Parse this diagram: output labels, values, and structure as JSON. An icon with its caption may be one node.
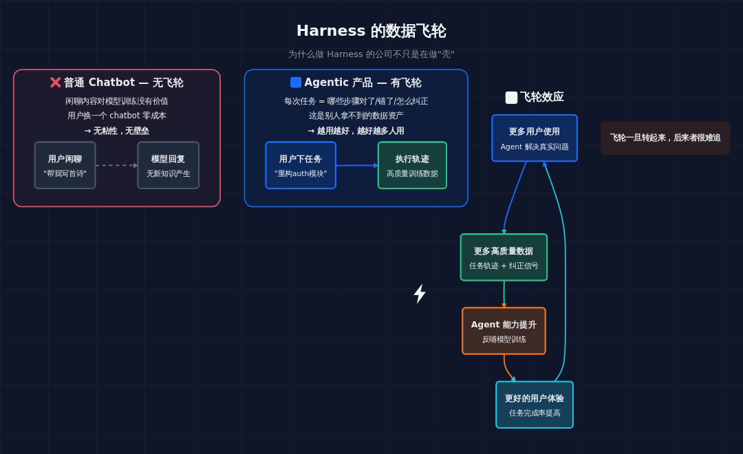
{
  "diagram": {
    "title": "Harness 的数据飞轮",
    "nodes": [
      {
        "text": [
          "普通 Chatbot — 无飞轮",
          "闲聊内容对模型训练没有价值",
          "用户换一个 chatbot 零成本",
          "→ 无粘性，无壁垒"
        ]
      },
      {
        "text": [
          "用户闲聊",
          "\"帮我写首诗\""
        ],
        "in": 0
      },
      {
        "text": [
          "模型回复",
          "无新知识产生"
        ],
        "in": 0
      },
      {
        "text": [
          "Agentic 产品 — 有飞轮",
          "每次任务 = 哪些步骤对了/错了/怎么纠正",
          "这是别人拿不到的数据资产",
          "→ 越用越好，越好越多人用"
        ]
      },
      {
        "text": [
          "用户下任务",
          "\"重构auth模块\""
        ],
        "in": 3
      },
      {
        "text": [
          "执行轨迹",
          "高质量训练数据"
        ],
        "in": 3
      },
      {
        "text": [
          "更多用户使用",
          "Agent 解决真实问题"
        ]
      },
      {
        "text": [
          "更多高质量数据",
          "任务轨迹 + 纠正信号"
        ]
      },
      {
        "text": [
          "Agent 能力提升",
          "反哺模型训练"
        ]
      },
      {
        "text": [
          "更好的用户体验",
          "任务完成率提高"
        ]
      },
      {
        "text": [
          "飞轮一旦转起来，后来者很难追"
        ]
      }
    ],
    "edges": [
      {
        "from": 1,
        "to": 2,
        "arrow": "to",
        "style": "dashed",
        "color": "#6b7689"
      },
      {
        "from": 4,
        "to": 5,
        "arrow": "to",
        "color": "#1a6dff"
      },
      {
        "from": 6,
        "to": 7,
        "arrow": "to",
        "color": "#1a6dff"
      },
      {
        "from": 7,
        "to": 8,
        "arrow": "to",
        "color": "#34d399"
      },
      {
        "from": 8,
        "to": 9,
        "arrow": "to",
        "color": "#ff7a1a"
      },
      {
        "from": 9,
        "to": 6,
        "arrow": "to",
        "color": "#22c5e0"
      }
    ],
    "labels": [
      "为什么做 Harness 的公司不只是在做\"壳\"",
      "飞轮效应"
    ]
  }
}
